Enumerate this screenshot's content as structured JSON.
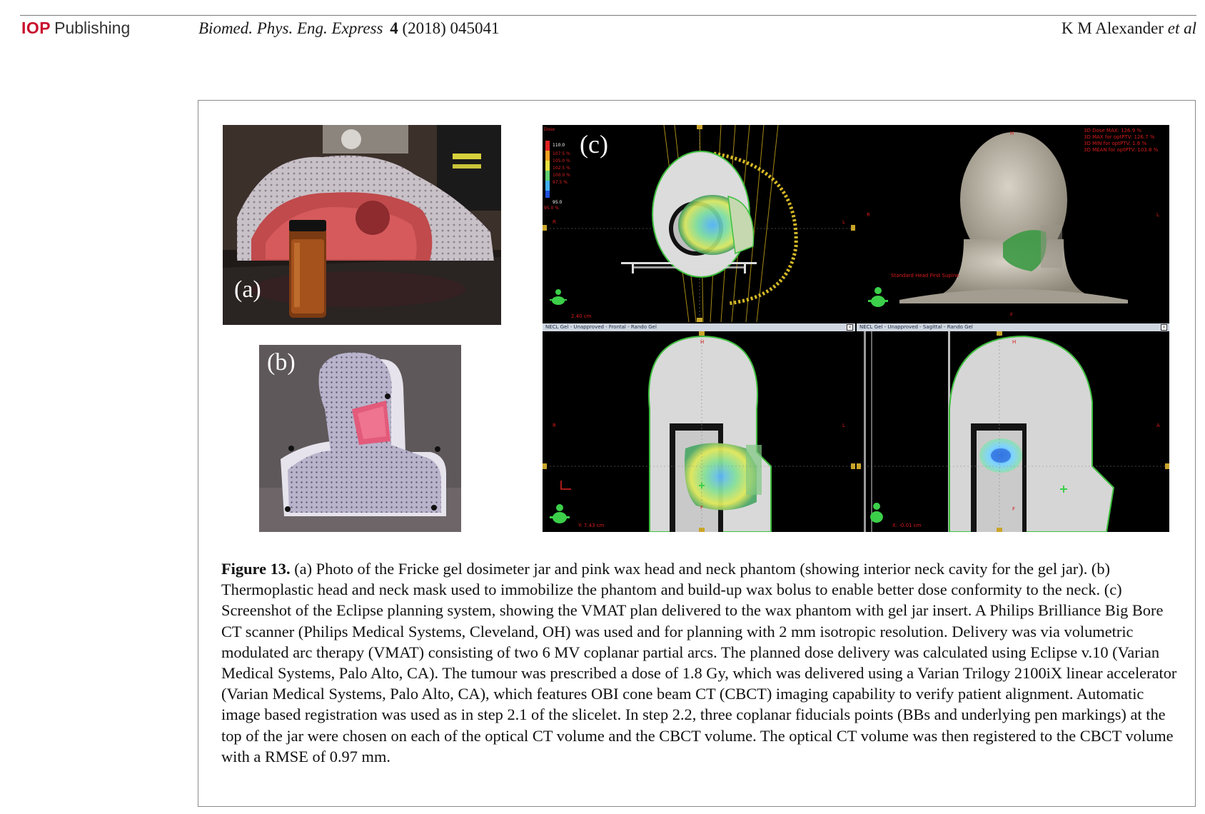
{
  "header": {
    "publisher_brand": "IOP",
    "publisher_word": "Publishing",
    "journal_name": "Biomed. Phys. Eng. Express",
    "journal_volume": "4",
    "journal_year_article": "(2018) 045041",
    "authors": "K M Alexander",
    "authors_etal": "et al"
  },
  "figure": {
    "panel_labels": {
      "a": "(a)",
      "b": "(b)",
      "c": "(c)"
    },
    "eclipse": {
      "dose_legend": {
        "title": "Dose",
        "ref": "110.0",
        "levels": [
          "110.0 %",
          "107.5 %",
          "105.0 %",
          "102.5 %",
          "100.0 %",
          "97.5 %"
        ],
        "low_value": "95.0",
        "low_pct": "95.0 %"
      },
      "stats": [
        "3D Dose MAX: 126.9 %",
        "3D MAX for optPTV: 126.7 %",
        "3D MIN for optPTV: 1.6 %",
        "3D MEAN for optPTV: 103.8 %"
      ],
      "orientation": "Standard Head First Supine",
      "scale_q1": "2.40 cm",
      "viewport_frontal": "NECL Gel  -  Unapproved - Frontal - Rando Gel",
      "viewport_sagittal": "NECL Gel  -  Unapproved - Sagittal - Rando Gel",
      "coord_frontal": "Y: 7.43 cm",
      "coord_sagittal": "X: -0.01 cm",
      "axis_letters": {
        "H": "H",
        "F": "F",
        "R": "R",
        "L": "L",
        "A": "A"
      }
    },
    "caption": {
      "label": "Figure 13.",
      "text": "(a) Photo of the Fricke gel dosimeter jar and pink wax head and neck phantom (showing interior neck cavity for the gel jar). (b) Thermoplastic head and neck mask used to immobilize the phantom and build-up wax bolus to enable better dose conformity to the neck. (c) Screenshot of the Eclipse planning system, showing the VMAT plan delivered to the wax phantom with gel jar insert. A Philips Brilliance Big Bore CT scanner (Philips Medical Systems, Cleveland, OH) was used and for planning with 2 mm isotropic resolution. Delivery was via volumetric modulated arc therapy (VMAT) consisting of two 6 MV coplanar partial arcs. The planned dose delivery was calculated using Eclipse v.10 (Varian Medical Systems, Palo Alto, CA). The tumour was prescribed a dose of 1.8 Gy, which was delivered using a Varian Trilogy 2100iX linear accelerator (Varian Medical Systems, Palo Alto, CA), which features OBI cone beam CT (CBCT) imaging capability to verify patient alignment. Automatic image based registration was used as in step 2.1 of the slicelet. In step 2.2, three coplanar fiducials points (BBs and underlying pen markings) at the top of the jar were chosen on each of the optical CT volume and the CBCT volume. The optical CT volume was then registered to the CBCT volume with a RMSE of 0.97 mm."
    }
  }
}
